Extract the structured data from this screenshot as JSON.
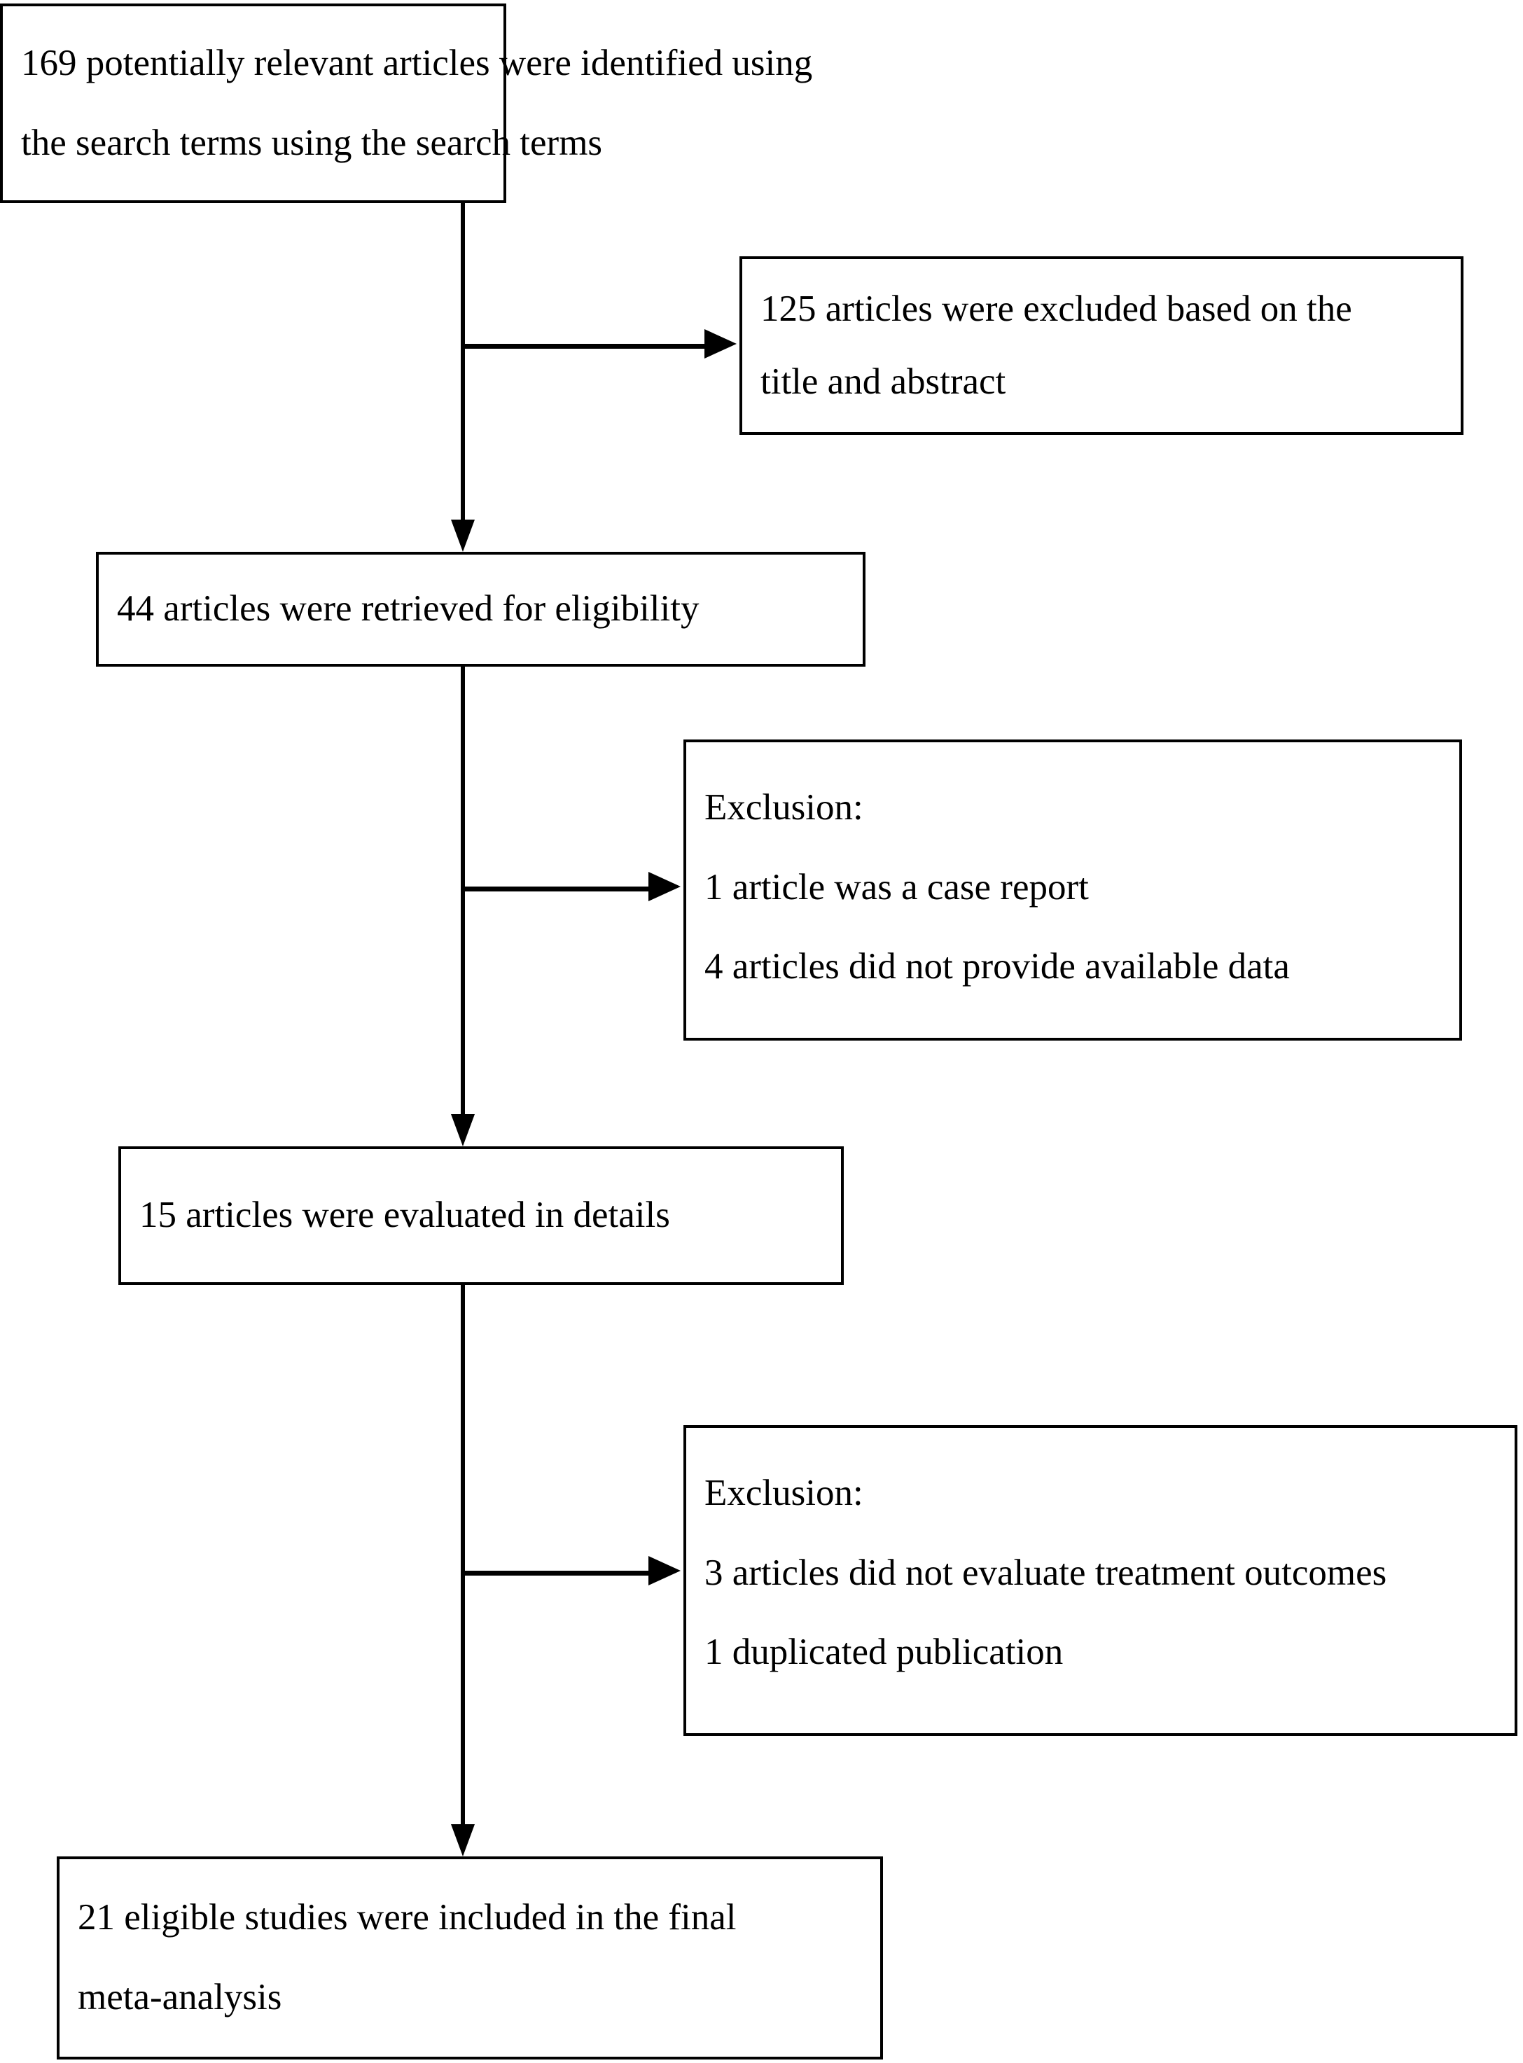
{
  "diagram": {
    "title": "Study selection flow diagram",
    "line_color": "#000000",
    "box_fill": "#ffffff",
    "nodes": {
      "identified": {
        "line1": "169 potentially relevant articles were identified using",
        "line2": "the search terms using the search terms"
      },
      "excluded_title_abstract": {
        "line1": "125 articles were excluded based on the",
        "line2": "title and abstract"
      },
      "retrieved": {
        "line1": "44 articles were retrieved for eligibility"
      },
      "exclusion_first": {
        "line1": "Exclusion:",
        "line2": "1 article was a case report",
        "line3": "4 articles did not provide available data"
      },
      "evaluated": {
        "line1": "15 articles were evaluated in details"
      },
      "exclusion_second": {
        "line1": "Exclusion:",
        "line2": "3 articles did not evaluate treatment outcomes",
        "line3": "1 duplicated publication"
      },
      "included": {
        "line1": "21 eligible studies were included in the final",
        "line2": "meta-analysis"
      }
    }
  }
}
